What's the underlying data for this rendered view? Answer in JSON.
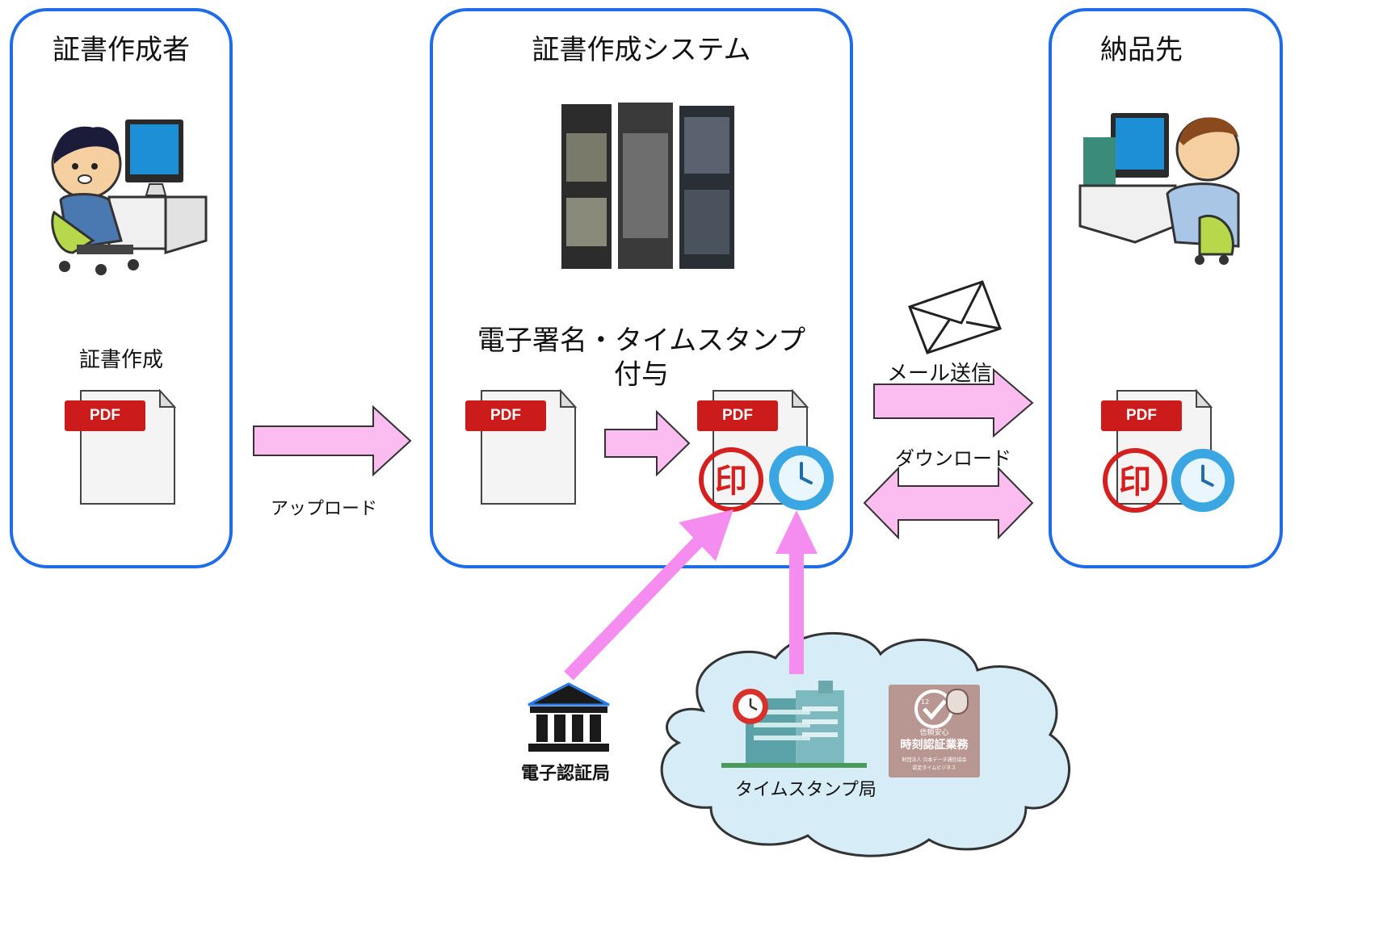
{
  "panels": {
    "creator": {
      "title": "証書作成者",
      "caption": "証書作成"
    },
    "system": {
      "title": "証書作成システム",
      "caption_line1": "電子署名・タイムスタンプ",
      "caption_line2": "付与"
    },
    "recipient": {
      "title": "納品先"
    }
  },
  "documents": {
    "pdf_label": "PDF"
  },
  "arrows": {
    "upload": "アップロード",
    "mail": "メール送信",
    "download": "ダウンロード"
  },
  "authorities": {
    "certification": "電子認証局",
    "timestamp": "タイムスタンプ局"
  },
  "seal": {
    "stamp_char": "印"
  },
  "badge": {
    "number": "12",
    "top_text": "信頼安心",
    "main_text": "時刻認証業務",
    "footer_line1": "財団法人 日本データ通信協会",
    "footer_line2": "認定タイムビジネス"
  },
  "colors": {
    "panel_border": "#1f6ce8",
    "arrow_fill": "#fbbdf0",
    "arrow_stroke": "#333333",
    "flow_arrow": "#f58cf0",
    "pdf_red": "#cc1b1b",
    "cloud_fill": "#d6ecf7"
  }
}
